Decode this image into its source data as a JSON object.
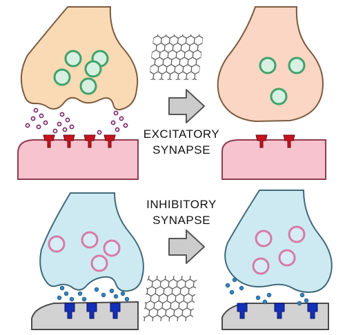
{
  "labels": {
    "excitatory_line1": "EXCITATORY",
    "excitatory_line2": "SYNAPSE",
    "inhibitory_line1": "INHIBITORY",
    "inhibitory_line2": "SYNAPSE"
  },
  "colors": {
    "excitatory_terminal_before": "#f9dab5",
    "excitatory_terminal_after": "#fbd6c4",
    "excitatory_postsynaptic": "#f6c3cf",
    "excitatory_receptor": "#c8121e",
    "excitatory_vesicle_ring": "#3fa26a",
    "excitatory_neurotransmitter": "#7a1f66",
    "inhibitory_terminal": "#cdeaf3",
    "inhibitory_postsynaptic": "#d2d2d2",
    "inhibitory_receptor": "#1430b8",
    "inhibitory_vesicle_ring": "#d67ba6",
    "inhibitory_neurotransmitter": "#2f86c6",
    "arrow_fill": "#cccccc",
    "graphene": "#3a3a3a"
  },
  "icons": {
    "arrow": "right-arrow-icon",
    "graphene": "graphene-lattice-icon"
  }
}
